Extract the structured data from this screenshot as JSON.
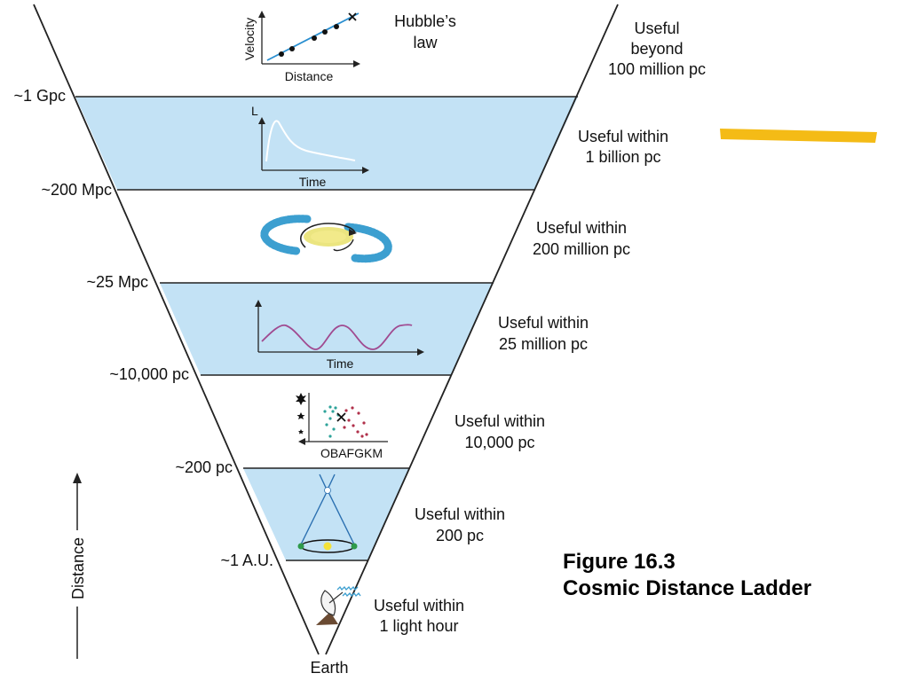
{
  "rungs": [
    {
      "distance": "~1 Gpc",
      "range_line1": "Useful",
      "range_line2": "beyond",
      "range_line3": "100 million pc"
    },
    {
      "distance": "~200 Mpc",
      "range_line1": "Useful within",
      "range_line2": "1 billion pc"
    },
    {
      "distance": "~25 Mpc",
      "range_line1": "Useful within",
      "range_line2": "200 million pc"
    },
    {
      "distance": "~10,000 pc",
      "range_line1": "Useful within",
      "range_line2": "25 million pc"
    },
    {
      "distance": "~200 pc",
      "range_line1": "Useful within",
      "range_line2": "10,000 pc"
    },
    {
      "distance": "~1 A.U.",
      "range_line1": "Useful within",
      "range_line2": "200 pc"
    },
    {
      "distance": "",
      "range_line1": "Useful within",
      "range_line2": "1 light hour"
    }
  ],
  "hubble": {
    "title_line1": "Hubble’s",
    "title_line2": "law",
    "ylabel": "Velocity",
    "xlabel": "Distance"
  },
  "supernova": {
    "ylabel": "L",
    "xlabel": "Time"
  },
  "cepheid": {
    "xlabel": "Time"
  },
  "hr_diagram": {
    "xlabel": "OBAFGKM"
  },
  "apex_label": "Earth",
  "axis_label": "Distance",
  "caption": {
    "line1": "Figure 16.3",
    "line2": "Cosmic Distance Ladder"
  },
  "colors": {
    "band": "#c3e2f5",
    "highlight": "#f4bb16",
    "hubble_line": "#2a8fd0",
    "cepheid_curve": "#a04a90",
    "supernova_curve": "#ffffff",
    "galaxy_arms": "#3c9fd0",
    "galaxy_core": "#e8e06a"
  }
}
